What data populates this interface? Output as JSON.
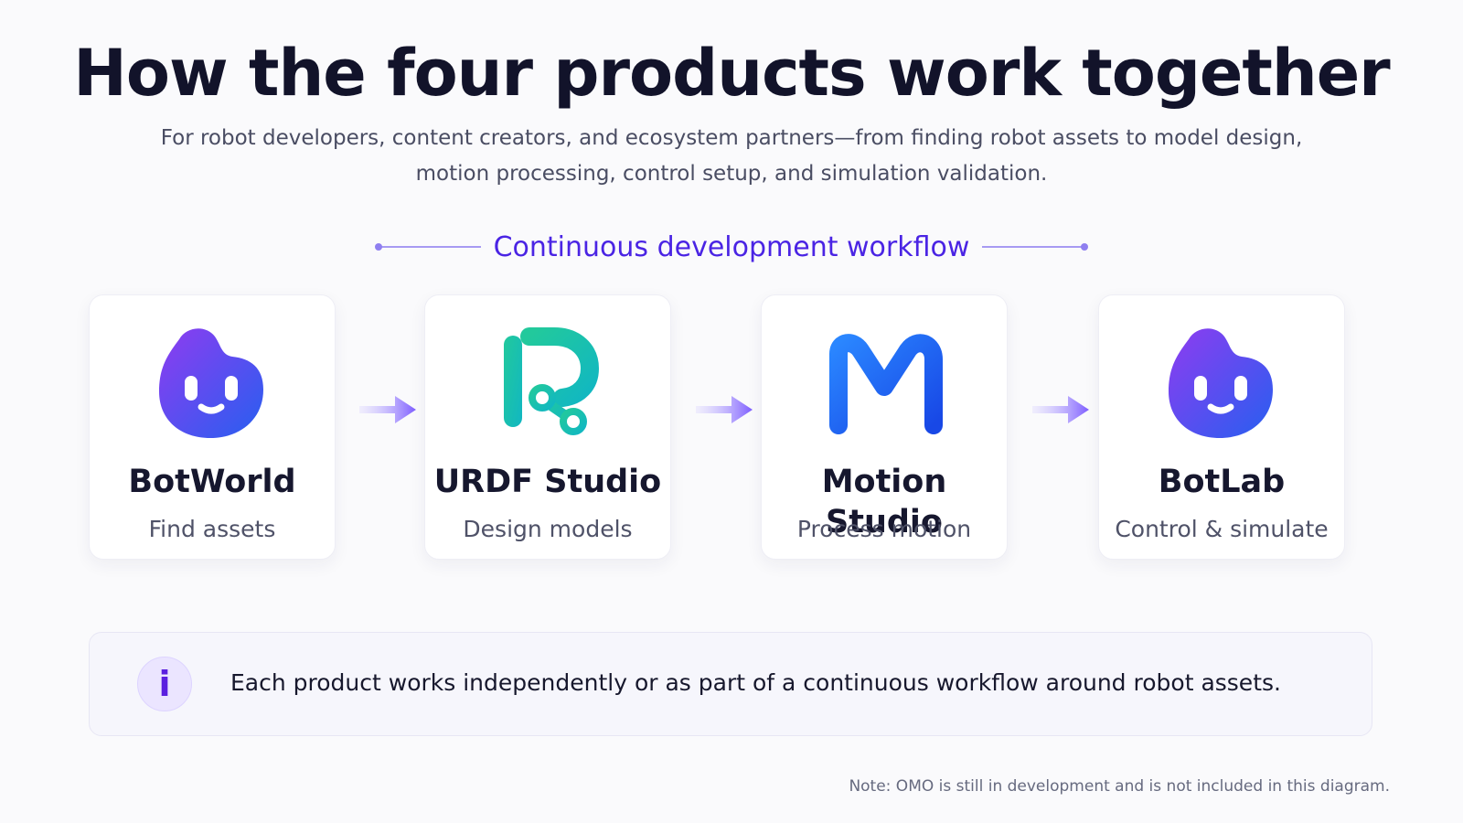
{
  "header": {
    "title": "How the four products work together",
    "subtitle": "For robot developers, content creators, and ecosystem partners—from finding robot assets to model design, motion processing, control setup, and simulation validation."
  },
  "workflow": {
    "heading": "Continuous development workflow",
    "accent_color": "#4a24e4",
    "steps": [
      {
        "name": "BotWorld",
        "description": "Find assets",
        "icon": "purple-blob-face-icon"
      },
      {
        "name": "URDF Studio",
        "description": "Design models",
        "icon": "teal-r-joint-icon"
      },
      {
        "name": "Motion Studio",
        "description": "Process motion",
        "icon": "blue-m-icon"
      },
      {
        "name": "BotLab",
        "description": "Control & simulate",
        "icon": "purple-blob-face-icon"
      }
    ],
    "connectors": [
      "arrow-right-icon",
      "arrow-right-icon",
      "arrow-right-icon"
    ]
  },
  "info": {
    "text": "Each product works independently or as part of a continuous workflow around robot assets.",
    "icon": "info-icon",
    "icon_glyph": "i"
  },
  "footer": {
    "note": "Note: OMO is still in development and is not included in this diagram."
  }
}
